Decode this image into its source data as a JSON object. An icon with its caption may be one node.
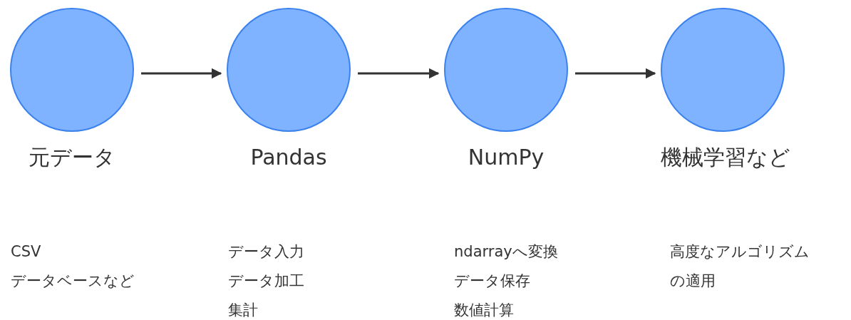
{
  "diagram": {
    "nodes": [
      {
        "text": [
          "元データ"
        ],
        "beside": [
          "CSV",
          "データベースなど"
        ]
      },
      {
        "text": [
          "Pandas"
        ],
        "beside": [
          "データ入力",
          "データ加工",
          "集計"
        ]
      },
      {
        "text": [
          "NumPy"
        ],
        "beside": [
          "ndarrayへ変換",
          "データ保存",
          "数値計算"
        ]
      },
      {
        "text": [
          "機械学習など"
        ],
        "beside": [
          "高度なアルゴリズム",
          "の適用"
        ]
      }
    ],
    "edges": [
      {
        "from": 0,
        "to": 1,
        "arrow": "to"
      },
      {
        "from": 1,
        "to": 2,
        "arrow": "to"
      },
      {
        "from": 2,
        "to": 3,
        "arrow": "to"
      }
    ]
  }
}
